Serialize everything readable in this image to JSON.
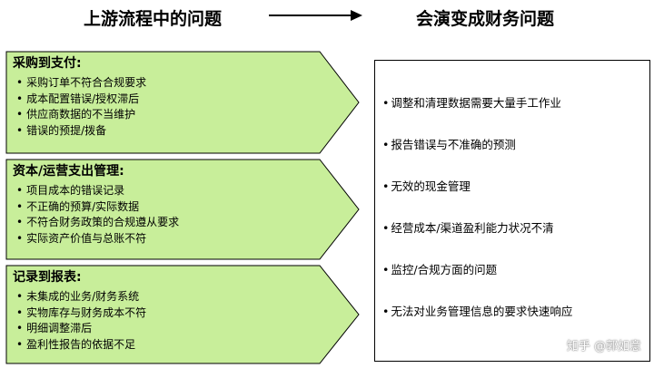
{
  "header": {
    "left_title": "上游流程中的问题",
    "right_title": "会演变成财务问题"
  },
  "colors": {
    "chevron_fill": "#c8ee9a",
    "chevron_stroke": "#000000",
    "box_border": "#000000"
  },
  "upstream_groups": [
    {
      "title": "采购到支付:",
      "items": [
        "采购订单不符合合规要求",
        "成本配置错误/授权滞后",
        "供应商数据的不当维护",
        "错误的预提/拨备"
      ]
    },
    {
      "title": "资本/运营支出管理:",
      "items": [
        "项目成本的错误记录",
        "不正确的预算/实际数据",
        "不符合财务政策的合规遵从要求",
        "实际资产价值与总账不符"
      ]
    },
    {
      "title": "记录到报表:",
      "items": [
        "未集成的业务/财务系统",
        "实物库存与财务成本不符",
        "明细调整滞后",
        "盈利性报告的依据不足"
      ]
    }
  ],
  "financial_issues": [
    "调整和清理数据需要大量手工作业",
    "报告错误与不准确的预测",
    "无效的现金管理",
    "经营成本/渠道盈利能力状况不清",
    "监控/合规方面的问题",
    "无法对业务管理信息的要求快速响应"
  ],
  "watermark": "知乎 @郭如意"
}
